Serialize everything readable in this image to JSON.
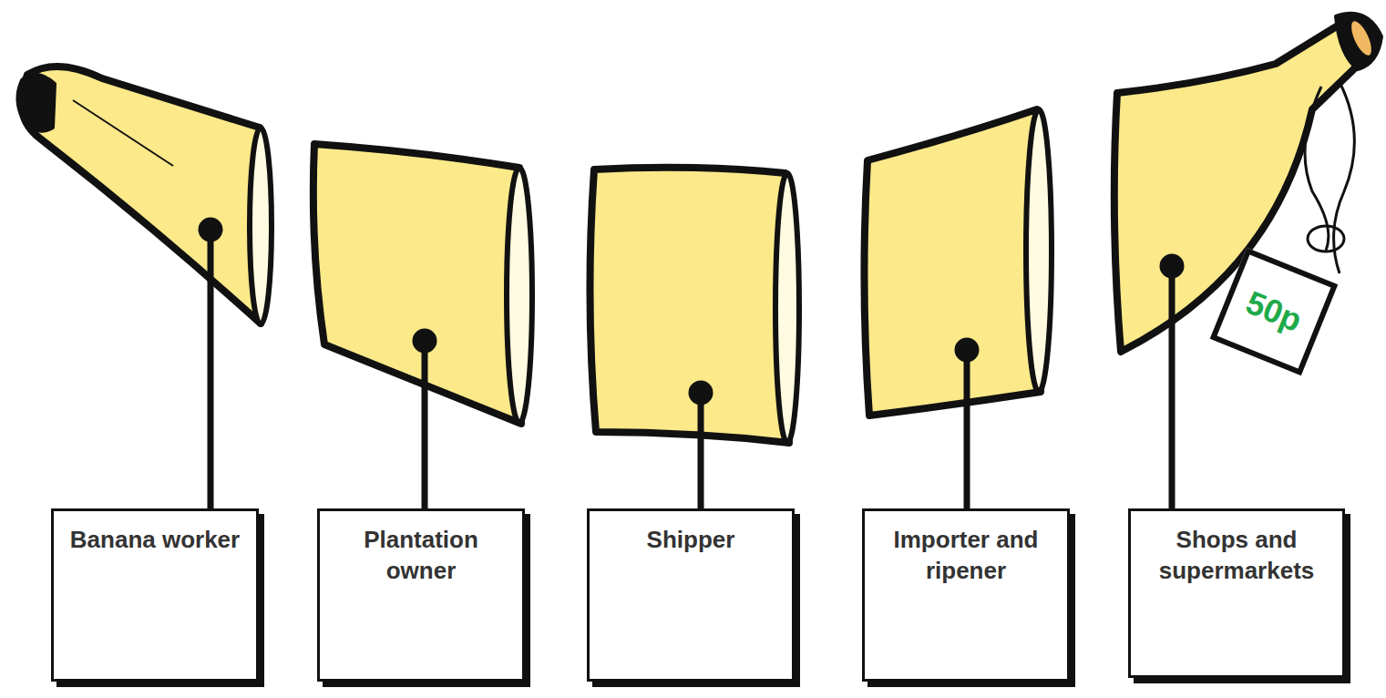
{
  "diagram": {
    "nodes": [
      {
        "text": [
          "Banana worker"
        ]
      },
      {
        "text": [
          "Plantation owner"
        ]
      },
      {
        "text": [
          "Shipper"
        ]
      },
      {
        "text": [
          "Importer and ripener"
        ]
      },
      {
        "text": [
          "Shops and supermarkets"
        ]
      },
      {
        "text": [
          "50p"
        ]
      }
    ]
  }
}
